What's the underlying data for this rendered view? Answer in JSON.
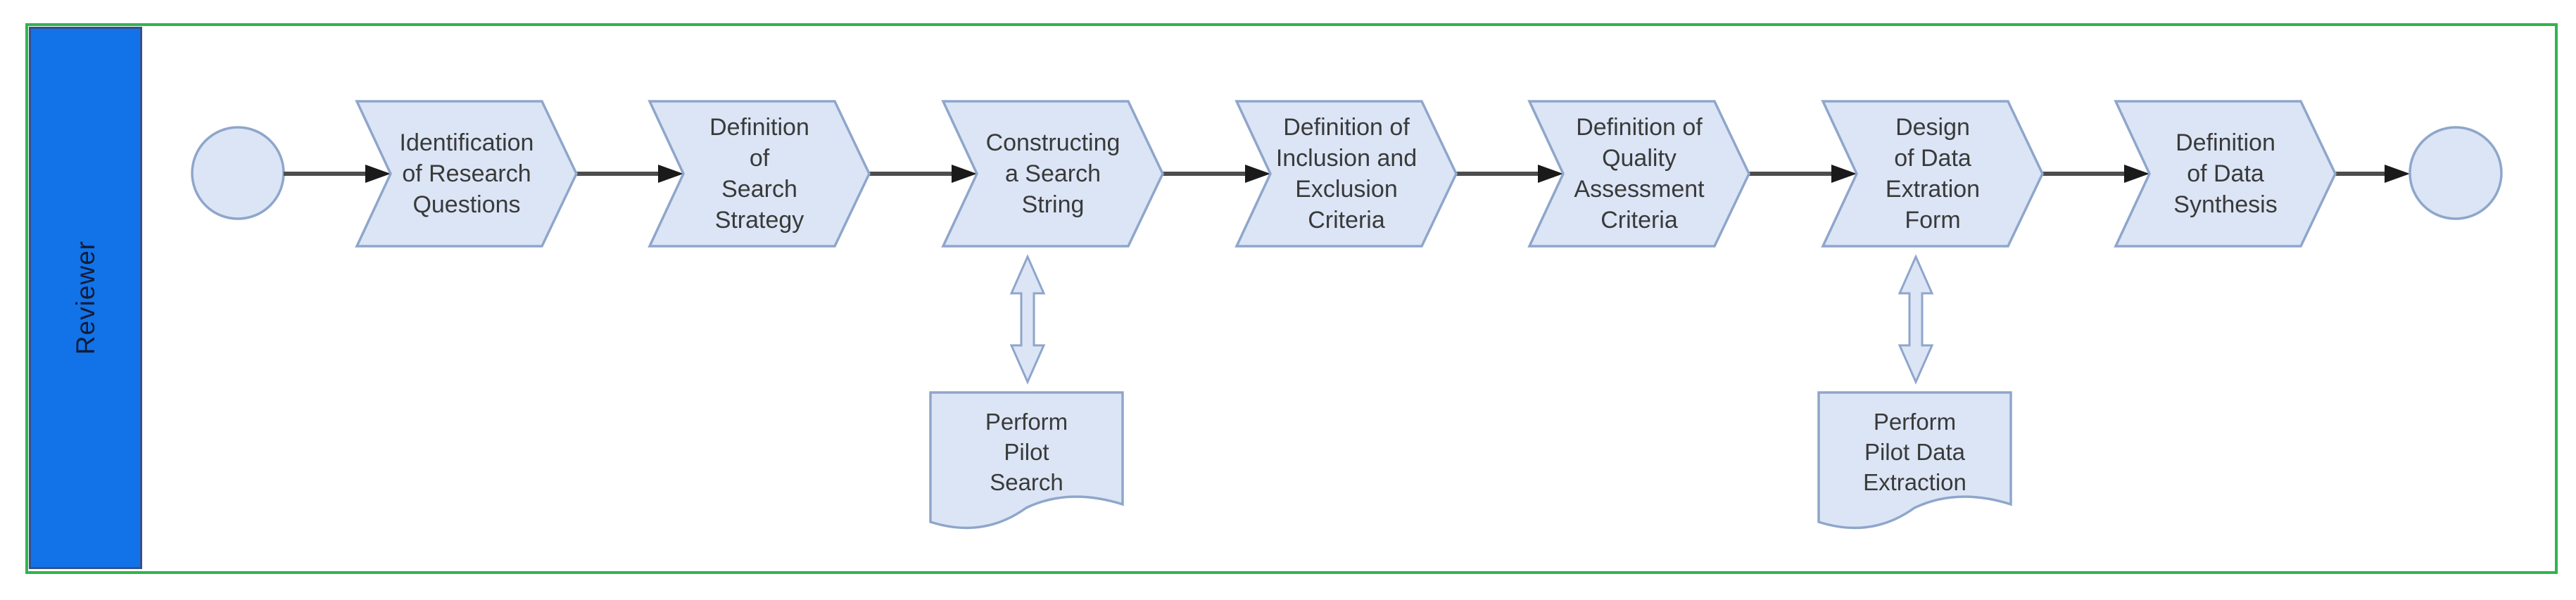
{
  "lane": {
    "label": "Reviewer"
  },
  "steps": [
    {
      "label": "Identification\nof Research\nQuestions"
    },
    {
      "label": "Definition\nof\nSearch\nStrategy"
    },
    {
      "label": "Constructing\na Search\nString"
    },
    {
      "label": "Definition of\nInclusion and\nExclusion\nCriteria"
    },
    {
      "label": "Definition of\nQuality\nAssessment\nCriteria"
    },
    {
      "label": "Design\nof Data\nExtration\nForm"
    },
    {
      "label": "Definition\nof Data\nSynthesis"
    }
  ],
  "documents": [
    {
      "label": "Perform\nPilot\nSearch"
    },
    {
      "label": "Perform\nPilot Data\nExtraction"
    }
  ],
  "colors": {
    "pool_border": "#2FB44F",
    "lane_fill": "#1273E8",
    "lane_border": "#35508F",
    "shape_fill": "#DBE5F5",
    "shape_stroke": "#8FA6CB",
    "connector": "#4D4D4D",
    "arrowhead": "#1A1A1A",
    "step_text": "#3A3A3A",
    "lane_text": "#111C38"
  }
}
